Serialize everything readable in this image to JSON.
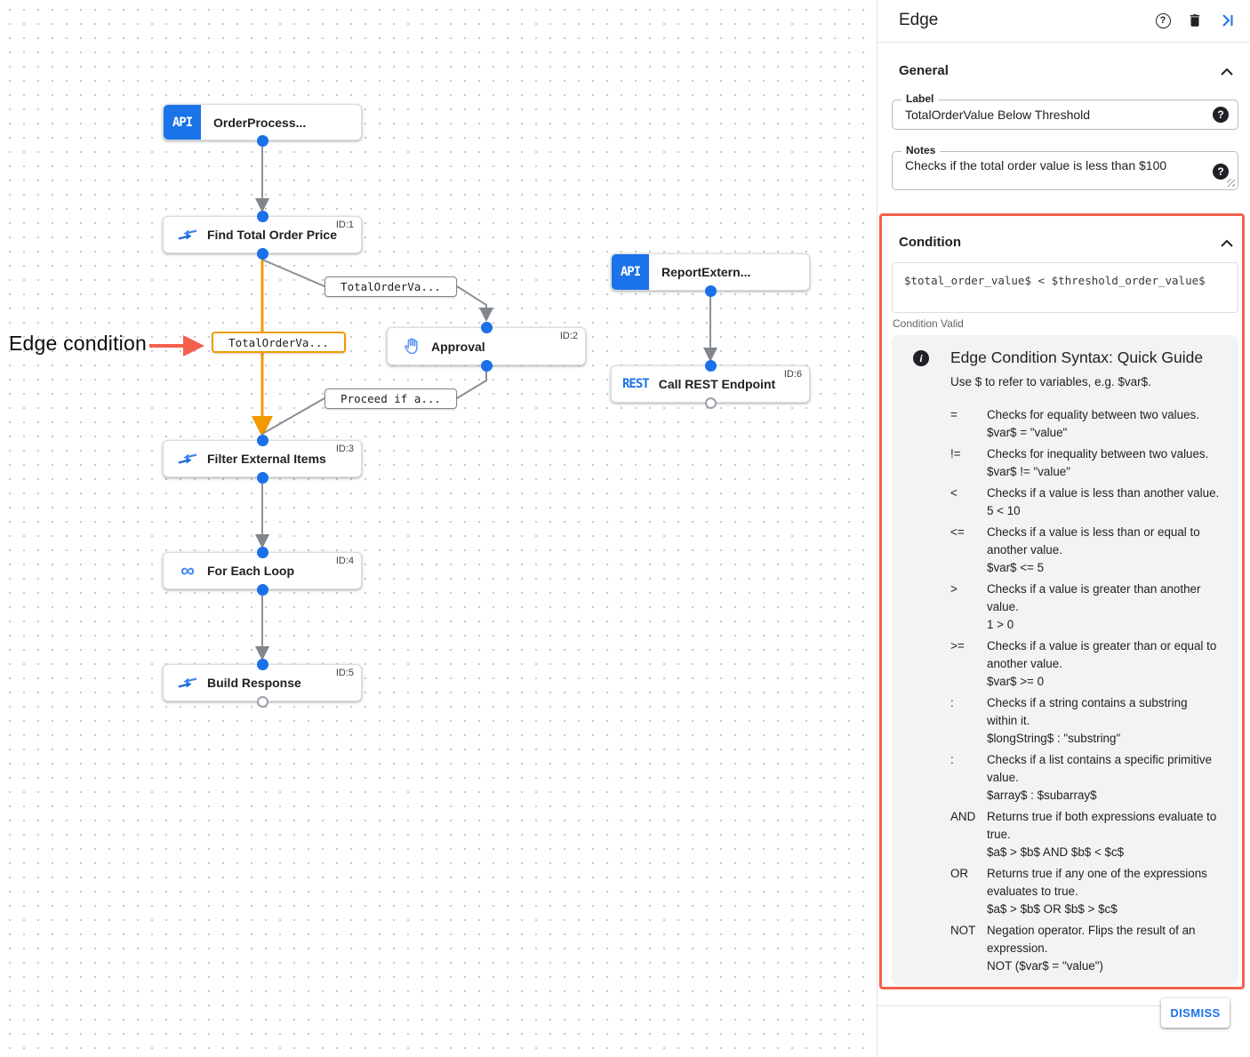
{
  "colors": {
    "accent_blue": "#1a73e8",
    "icon_blue": "#4285f4",
    "edge_orange": "#f29900",
    "edge_gray": "#80868b",
    "annotation_red": "#f4604c",
    "guide_background": "#f1f3f4"
  },
  "canvas": {
    "annotation_label": "Edge condition",
    "nodes": [
      {
        "title": "OrderProcess...",
        "badge": "API",
        "id_label": ""
      },
      {
        "title": "Find Total Order Price",
        "id_label": "ID:1",
        "icon": "data-mapping-icon"
      },
      {
        "title": "Approval",
        "id_label": "ID:2",
        "icon": "hand-icon"
      },
      {
        "title": "ReportExtern...",
        "badge": "API",
        "id_label": ""
      },
      {
        "title": "Call REST Endpoint",
        "id_label": "ID:6",
        "badge": "REST"
      },
      {
        "title": "Filter External Items",
        "id_label": "ID:3",
        "icon": "data-mapping-icon"
      },
      {
        "title": "For Each Loop",
        "id_label": "ID:4",
        "icon": "loop-icon"
      },
      {
        "title": "Build Response",
        "id_label": "ID:5",
        "icon": "data-mapping-icon"
      }
    ],
    "edge_labels": {
      "to_approval": "TotalOrderVa...",
      "condition_highlighted": "TotalOrderVa...",
      "from_approval": "Proceed if a..."
    },
    "loop_glyph": "∞"
  },
  "panel": {
    "title": "Edge",
    "general": {
      "heading": "General",
      "label_field": {
        "label": "Label",
        "value": "TotalOrderValue Below Threshold"
      },
      "notes_field": {
        "label": "Notes",
        "value": "Checks if the total order value is less than $100"
      },
      "help_glyph": "?"
    },
    "condition": {
      "heading": "Condition",
      "expression": "$total_order_value$ < $threshold_order_value$",
      "status": "Condition Valid",
      "guide": {
        "info_glyph": "i",
        "title": "Edge Condition Syntax: Quick Guide",
        "intro": "Use $ to refer to variables, e.g. $var$.",
        "rules": [
          {
            "op": "=",
            "desc": "Checks for equality between two values.",
            "example": "$var$ = \"value\""
          },
          {
            "op": "!=",
            "desc": "Checks for inequality between two values.",
            "example": "$var$ != \"value\""
          },
          {
            "op": "<",
            "desc": "Checks if a value is less than another value.",
            "example": "5 < 10"
          },
          {
            "op": "<=",
            "desc": "Checks if a value is less than or equal to another value.",
            "example": "$var$ <= 5"
          },
          {
            "op": ">",
            "desc": "Checks if a value is greater than another value.",
            "example": "1 > 0"
          },
          {
            "op": ">=",
            "desc": "Checks if a value is greater than or equal to another value.",
            "example": "$var$ >= 0"
          },
          {
            "op": ":",
            "desc": "Checks if a string contains a substring within it.",
            "example": "$longString$ : \"substring\""
          },
          {
            "op": ":",
            "desc": "Checks if a list contains a specific primitive value.",
            "example": "$array$ : $subarray$"
          },
          {
            "op": "AND",
            "desc": "Returns true if both expressions evaluate to true.",
            "example": "$a$ > $b$ AND $b$ < $c$"
          },
          {
            "op": "OR",
            "desc": "Returns true if any one of the expressions evaluates to true.",
            "example": "$a$ > $b$ OR $b$ > $c$"
          },
          {
            "op": "NOT",
            "desc": "Negation operator. Flips the result of an expression.",
            "example": "NOT ($var$ = \"value\")"
          }
        ]
      }
    },
    "dismiss_label": "DISMISS"
  }
}
